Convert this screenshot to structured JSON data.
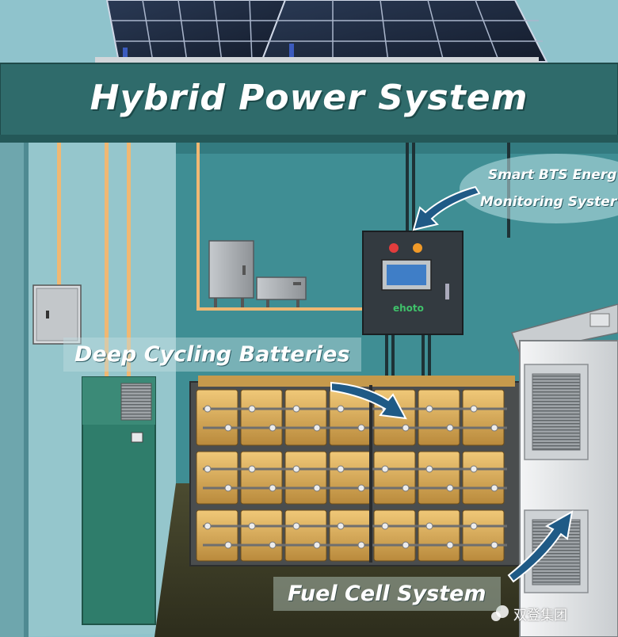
{
  "title": "Hybrid Power System",
  "labels": {
    "batteries": "Deep Cycling Batteries",
    "fuel_cell": "Fuel Cell System",
    "monitoring_line1": "Smart BTS Energ",
    "monitoring_line2": "Monitoring Syster"
  },
  "cabinet_logo": "ehoto",
  "watermark": "双登集团",
  "colors": {
    "sky": "#8fc3cc",
    "wall": "#3f8e94",
    "beam": "#2f6b6b",
    "battery": "#e0b25e",
    "cabinet": "#333a40",
    "fuel_cell": "#e6e8ea",
    "arrow": "#1f5a86"
  }
}
